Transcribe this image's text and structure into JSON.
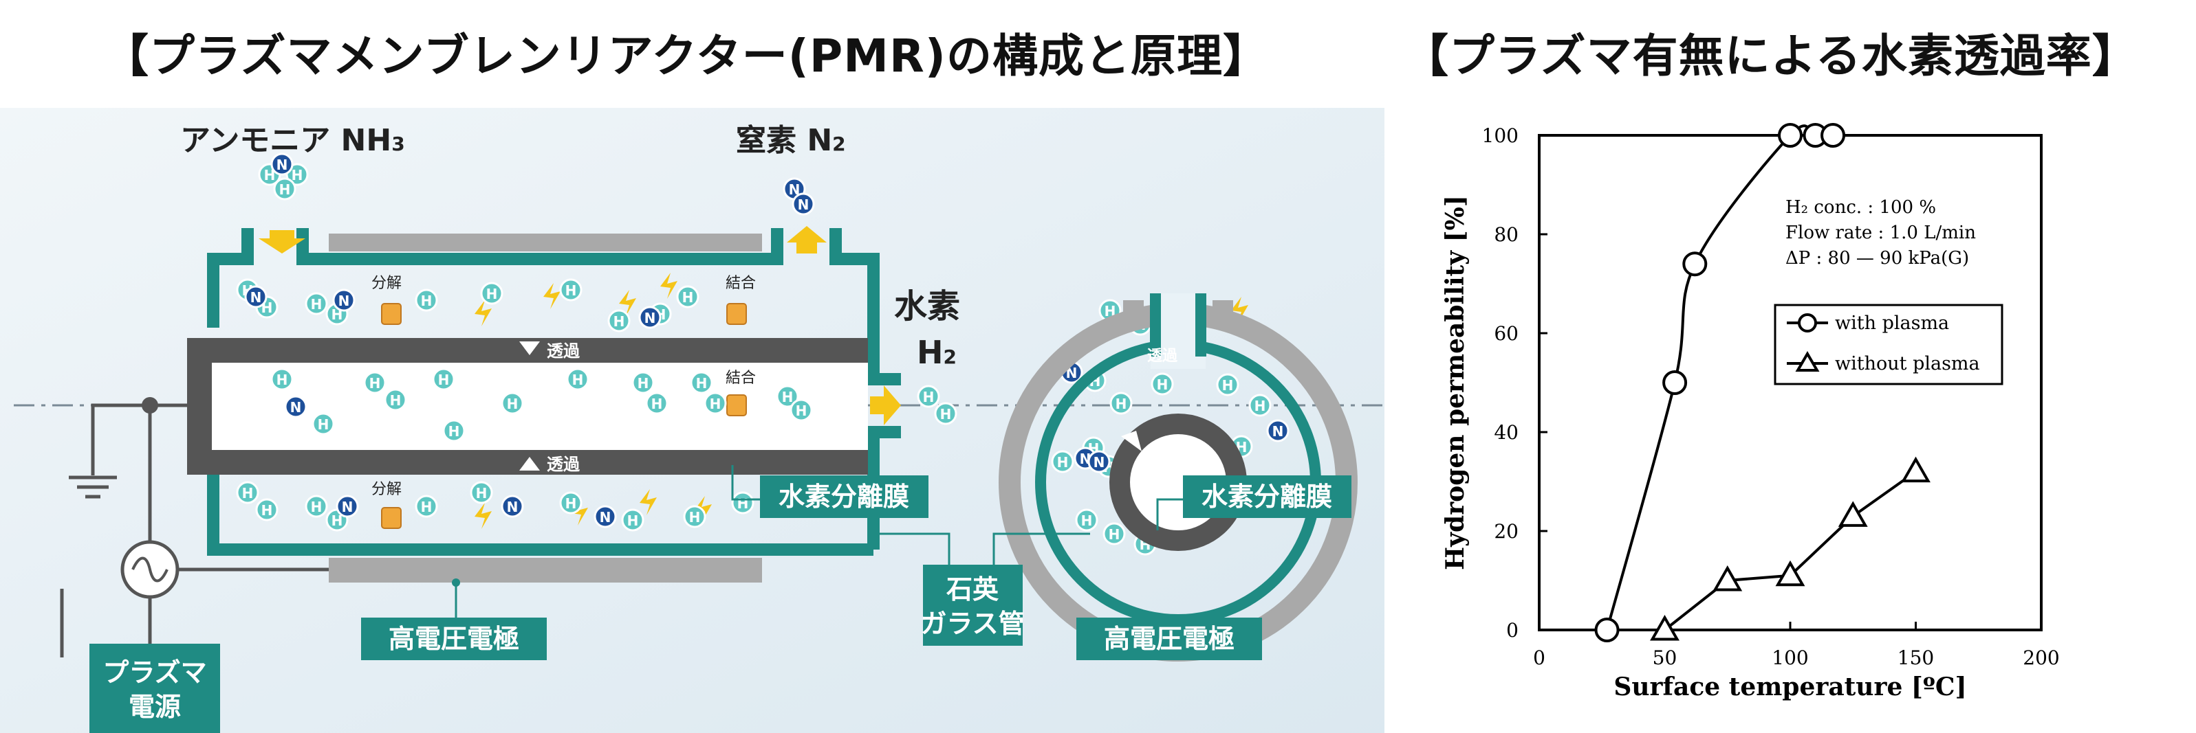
{
  "left_title": "【プラズマメンブレンリアクター(PMR)の構成と原理】",
  "right_title": "【プラズマ有無による水素透過率】",
  "diagram": {
    "ammonia": "アンモニア NH",
    "ammonia_sub": "3",
    "nitrogen": "窒素 N",
    "nitrogen_sub": "2",
    "hydrogen_jp": "水素",
    "hydrogen_h": "H",
    "hydrogen_sub": "2",
    "decompose": "分解",
    "combine": "結合",
    "permeate": "透過",
    "membrane": "水素分離膜",
    "quartz_1": "石英",
    "quartz_2": "ガラス管",
    "electrode": "高電圧電極",
    "power_1": "プラズマ",
    "power_2": "電源",
    "atom_h": "H",
    "atom_n": "N"
  },
  "chart_data": {
    "type": "scatter",
    "xlabel": "Surface temperature [ºC]",
    "ylabel": "Hydrogen permeability [%]",
    "xlim": [
      0,
      200
    ],
    "ylim": [
      0,
      100
    ],
    "xticks": [
      "0",
      "50",
      "100",
      "150",
      "200"
    ],
    "yticks": [
      "0",
      "20",
      "40",
      "60",
      "80",
      "100"
    ],
    "annotations": [
      "H₂ conc. : 100 %",
      "Flow rate : 1.0 L/min",
      "ΔP : 80 — 90 kPa(G)"
    ],
    "legend_position": "right-middle",
    "series": [
      {
        "name": "with plasma",
        "marker": "circle",
        "x": [
          27,
          54,
          62,
          100,
          110,
          117
        ],
        "y": [
          0,
          50,
          74,
          100,
          100,
          100
        ]
      },
      {
        "name": "without plasma",
        "marker": "triangle",
        "x": [
          50,
          75,
          100,
          125,
          150
        ],
        "y": [
          0,
          10,
          11,
          23,
          32
        ]
      }
    ]
  },
  "colors": {
    "teal": "#1f8b83",
    "teal_light": "#5ec7c2",
    "navy": "#1d4f9a",
    "yellow": "#f5c518",
    "dark_gray": "#555555",
    "gray": "#a9a9a9",
    "background": "#e9f2f7"
  }
}
